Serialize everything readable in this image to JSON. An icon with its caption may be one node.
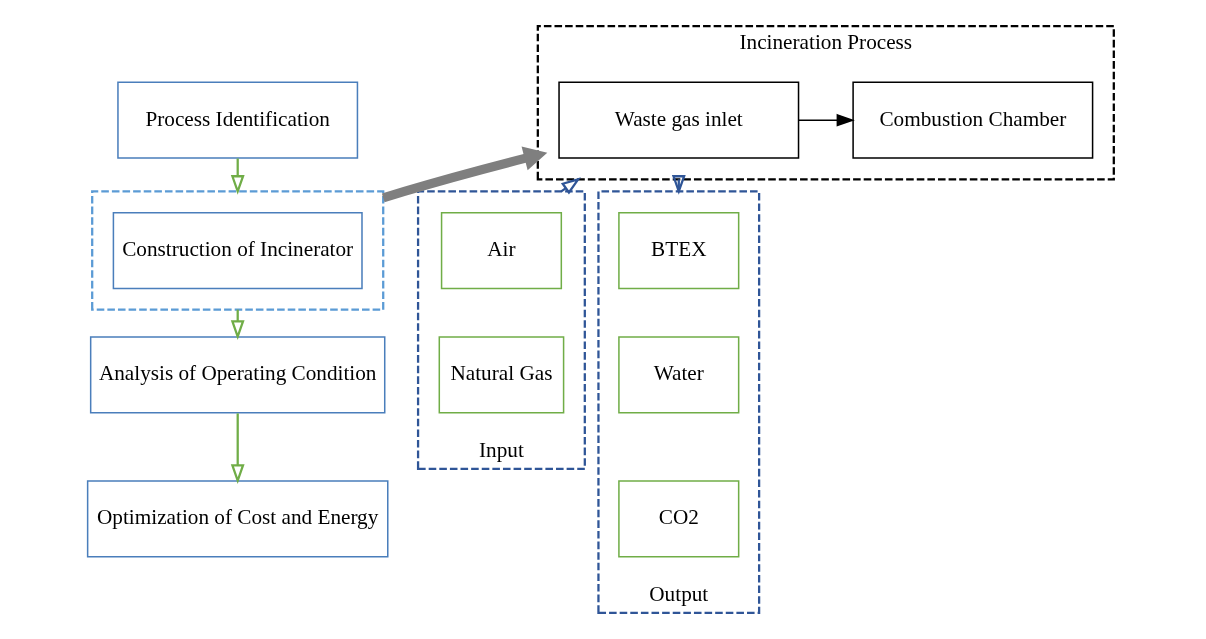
{
  "diagram": {
    "nodes": [
      {
        "text": [
          "Process Identification"
        ]
      },
      {
        "text": [],
        "shape": "box"
      },
      {
        "text": [
          "Construction of Incinerator"
        ],
        "in": 1
      },
      {
        "text": [
          "Analysis of Operating Condition"
        ]
      },
      {
        "text": [
          "Optimization of Cost and Energy"
        ]
      },
      {
        "text": [
          "Incineration Process"
        ]
      },
      {
        "text": [
          "Waste gas inlet"
        ],
        "in": 5
      },
      {
        "text": [
          "Combustion Chamber"
        ],
        "in": 5
      },
      {
        "text": [
          "Input"
        ]
      },
      {
        "text": [
          "Air"
        ],
        "in": 8
      },
      {
        "text": [
          "Natural Gas"
        ],
        "in": 8
      },
      {
        "text": [
          "Output"
        ]
      },
      {
        "text": [
          "BTEX"
        ],
        "in": 11
      },
      {
        "text": [
          "Water"
        ],
        "in": 11
      },
      {
        "text": [
          "CO2"
        ],
        "in": 11
      }
    ],
    "edges": [
      {
        "from": 0,
        "to": 1,
        "arrow": "to",
        "color": "#70ad47"
      },
      {
        "from": 1,
        "to": 3,
        "arrow": "to",
        "color": "#70ad47"
      },
      {
        "from": 3,
        "to": 4,
        "arrow": "to",
        "color": "#70ad47"
      },
      {
        "from": 1,
        "to": 5,
        "arrow": "to",
        "style": "thick",
        "color": "#7f7f7f"
      },
      {
        "from": 6,
        "to": 7,
        "arrow": "to",
        "color": "#000000"
      },
      {
        "from": 8,
        "to": 5,
        "arrow": "to",
        "color": "#2f5597"
      },
      {
        "from": 5,
        "to": 11,
        "arrow": "to",
        "color": "#2f5597"
      }
    ]
  }
}
